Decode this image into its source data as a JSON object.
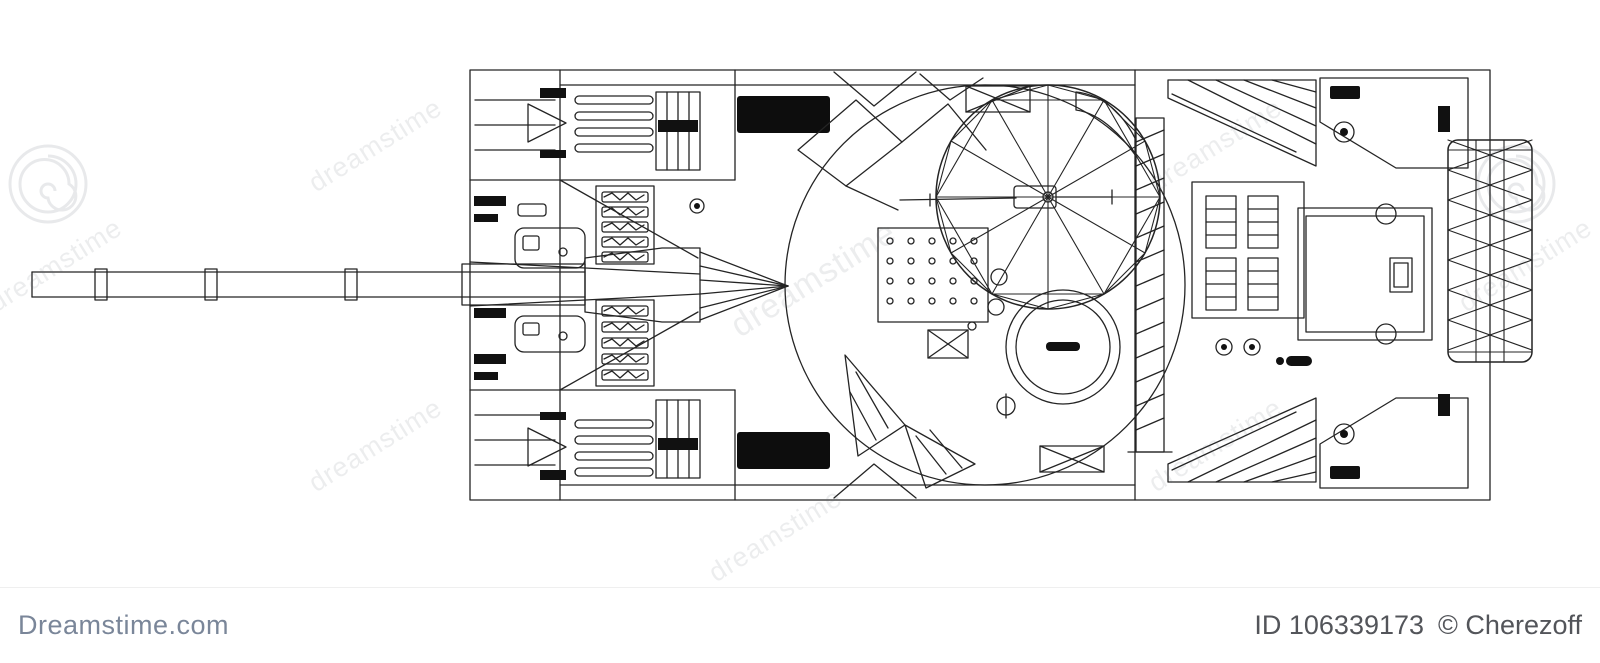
{
  "watermark": {
    "text": "dreamstime"
  },
  "footer": {
    "brand": "Dreamstime.com",
    "image_id": "ID 106339173",
    "copyright": "© Cherezoff"
  },
  "illustration": {
    "subject": "tank-top-view-wireframe",
    "line_color": "#242424",
    "background": "#ffffff",
    "watermark_color": "#5b6470"
  }
}
